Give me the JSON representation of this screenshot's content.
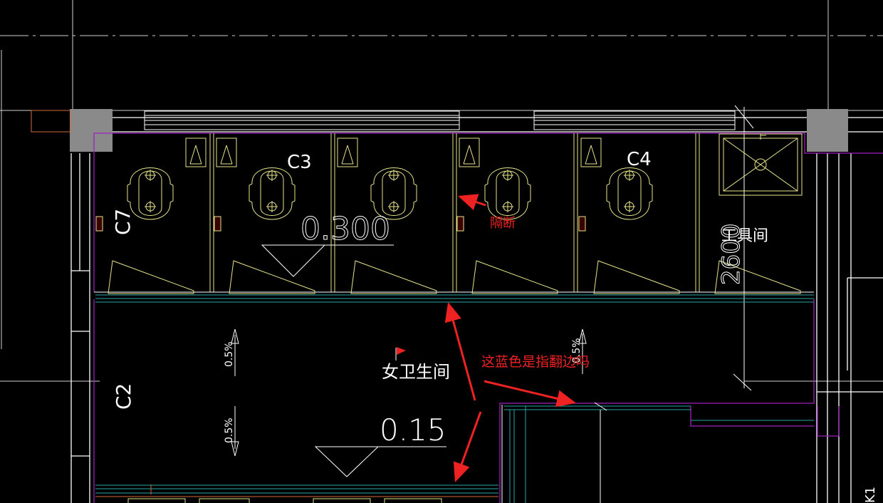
{
  "drawing": {
    "room_name": "女卫生间",
    "storage_room": "工具间",
    "floor_level_main": "0.15",
    "floor_level_stalls": "0.300",
    "dimension_vertical": "2600",
    "slope_top": "0.5%",
    "slope_bottom": "0.5%",
    "slope_right": "0.5%",
    "window_c7": "C7",
    "window_c3": "C3",
    "window_c4": "C4",
    "window_c2": "C2",
    "partial_label_k1": "K1"
  },
  "annotations": {
    "partition": "隔断",
    "question": "这蓝色是指翻边吗"
  },
  "colors": {
    "background": "#000000",
    "wall": "#ffffff",
    "fixture": "#e8e48a",
    "purple_line": "#a020c0",
    "cyan_line": "#2aa6a6",
    "annotation_red": "#ee2222",
    "column_fill": "#8a8a8a"
  }
}
